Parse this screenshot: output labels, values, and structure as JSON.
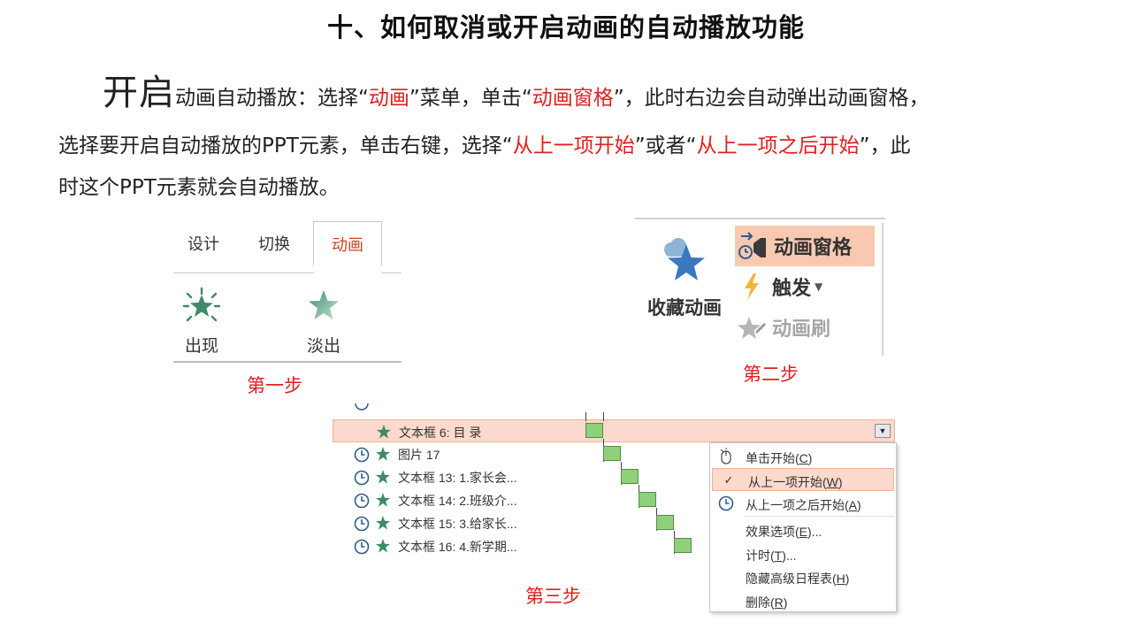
{
  "title": "十、如何取消或开启动画的自动播放功能",
  "paragraph": {
    "big": "开启",
    "s1": "动画自动播放：选择“",
    "r1": "动画",
    "s2": "”菜单，单击“",
    "r2": "动画窗格",
    "s3": "”，此时右边会自动弹出动画窗格，",
    "s4": "选择要开启自动播放的PPT元素，单击右键，选择“",
    "r3": "从上一项开始",
    "s5": "”或者“",
    "r4": "从上一项之后开始",
    "s6": "”，此",
    "s7": "时这个PPT元素就会自动播放。"
  },
  "steps": {
    "one": "第一步",
    "two": "第二步",
    "three": "第三步"
  },
  "ribbon1": {
    "tabs": [
      "设计",
      "切换",
      "动画"
    ],
    "effects": [
      "出现",
      "淡出"
    ]
  },
  "ribbon2": {
    "favorite": "收藏动画",
    "animation_pane": "动画窗格",
    "trigger": "触发",
    "painter": "动画刷"
  },
  "pane": {
    "rows": [
      {
        "label": "文本框 6:  目 录"
      },
      {
        "label": "图片 17"
      },
      {
        "label": "文本框 13: 1.家长会..."
      },
      {
        "label": "文本框 14: 2.班级介..."
      },
      {
        "label": "文本框 15: 3.给家长..."
      },
      {
        "label": "文本框 16: 4.新学期..."
      }
    ]
  },
  "context_menu": {
    "items": [
      {
        "label": "单击开始(",
        "key": "C",
        "end": ")"
      },
      {
        "label": "从上一项开始(",
        "key": "W",
        "end": ")"
      },
      {
        "label": "从上一项之后开始(",
        "key": "A",
        "end": ")"
      },
      {
        "label": "效果选项(",
        "key": "E",
        "end": ")..."
      },
      {
        "label": "计时(",
        "key": "T",
        "end": ")..."
      },
      {
        "label": "隐藏高级日程表(",
        "key": "H",
        "end": ")"
      },
      {
        "label": "删除(",
        "key": "R",
        "end": ")"
      }
    ]
  },
  "colors": {
    "accent_red": "#e02020",
    "tab_active": "#d04423",
    "highlight": "#f8c9b0",
    "gantt": "#8fd07a",
    "star_green": "#3e8a6a"
  }
}
